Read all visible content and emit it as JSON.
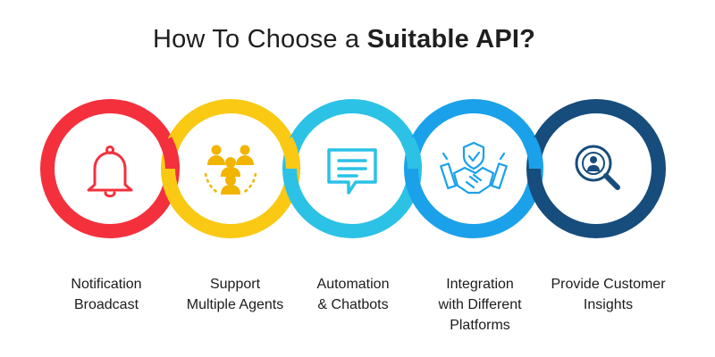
{
  "title": {
    "prefix": "How To Choose a ",
    "bold": "Suitable API?"
  },
  "colors": {
    "notification": "#f4303d",
    "agents": "#f9c914",
    "chatbots": "#2bc2e6",
    "integration": "#1aa1ea",
    "insights": "#174d7c"
  },
  "items": [
    {
      "icon": "bell-icon",
      "label_lines": [
        "Notification",
        "Broadcast"
      ]
    },
    {
      "icon": "agents-group-icon",
      "label_lines": [
        "Support",
        "Multiple Agents"
      ]
    },
    {
      "icon": "chat-bubble-icon",
      "label_lines": [
        "Automation",
        "& Chatbots"
      ]
    },
    {
      "icon": "handshake-shield-icon",
      "label_lines": [
        "Integration",
        "with Different",
        "Platforms"
      ]
    },
    {
      "icon": "magnify-user-icon",
      "label_lines": [
        "Provide Customer",
        "Insights"
      ]
    }
  ]
}
